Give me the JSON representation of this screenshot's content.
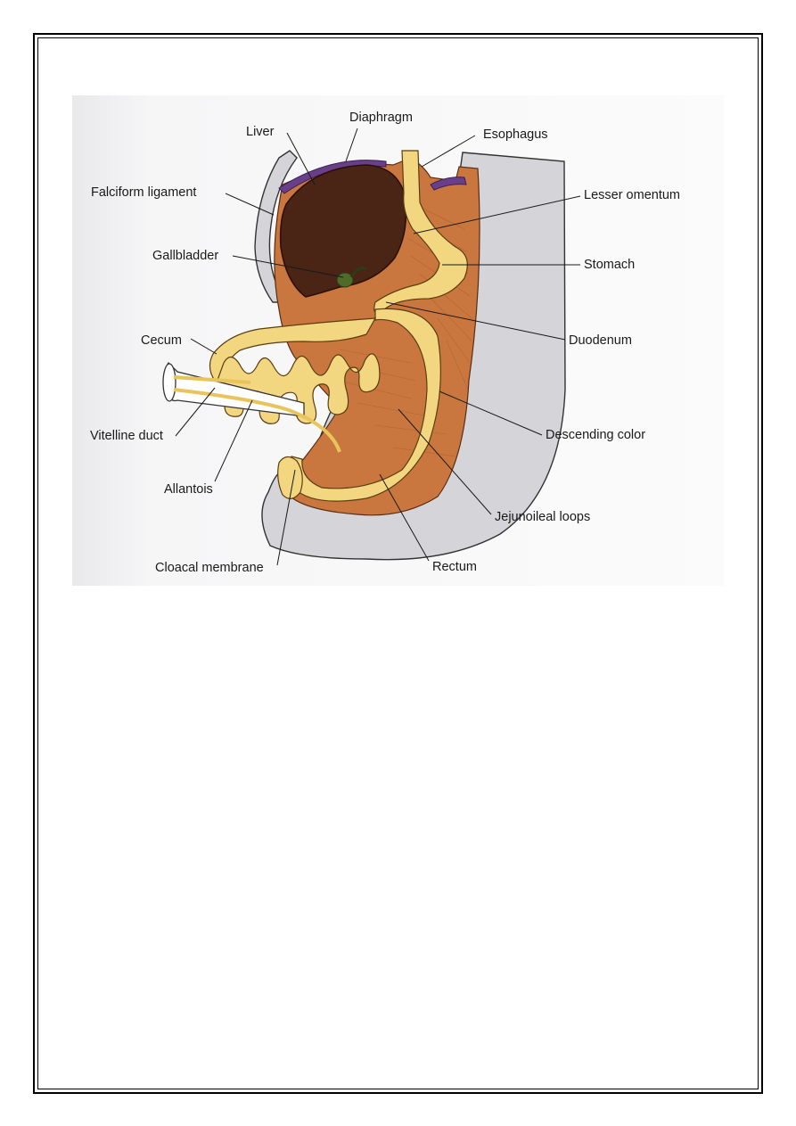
{
  "figure": {
    "labels": {
      "liver": "Liver",
      "diaphragm": "Diaphragm",
      "esophagus": "Esophagus",
      "falciform": "Falciform ligament",
      "lesser_omentum": "Lesser omentum",
      "gallbladder": "Gallbladder",
      "stomach": "Stomach",
      "cecum": "Cecum",
      "duodenum": "Duodenum",
      "vitelline": "Vitelline duct",
      "descending": "Descending color",
      "allantois": "Allantois",
      "jejunoileal": "Jejunoileal loops",
      "cloacal": "Cloacal membrane",
      "rectum": "Rectum"
    },
    "colors": {
      "mesentery": "#c9773f",
      "liver": "#4a2414",
      "gut": "#f3d680",
      "wall": "#d4d4d9",
      "diaphragm": "#6a3f8a",
      "gallbladder": "#4e6b2a"
    }
  }
}
